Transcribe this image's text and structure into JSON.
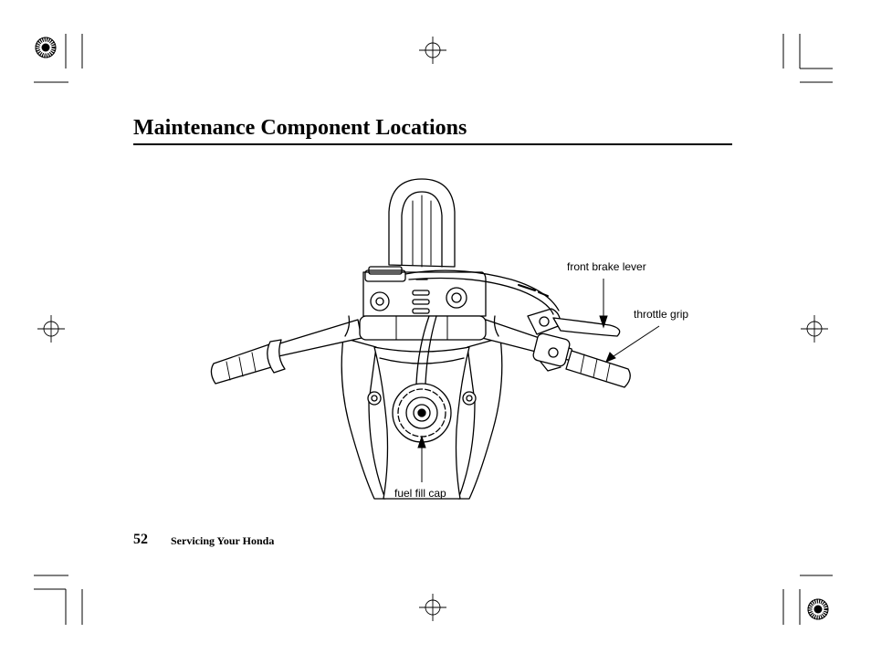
{
  "page": {
    "title": "Maintenance Component Locations",
    "page_number": "52",
    "section_name": "Servicing Your Honda"
  },
  "figure": {
    "callouts": {
      "front_brake_lever": "front brake lever",
      "throttle_grip": "throttle grip",
      "fuel_fill_cap": "fuel fill cap"
    }
  }
}
